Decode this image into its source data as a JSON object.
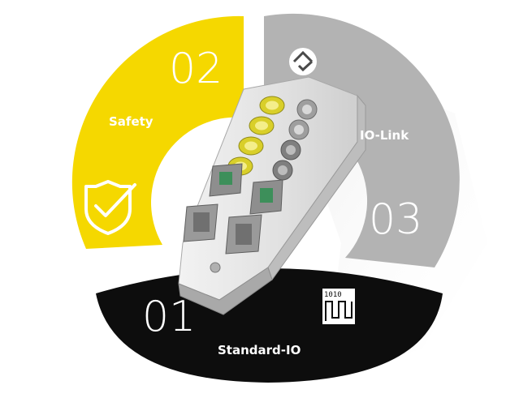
{
  "segments": {
    "safety": {
      "number": "02",
      "label": "Safety",
      "color": "#f5d800",
      "icon": "shield-check-icon"
    },
    "iolink": {
      "number": "03",
      "label": "IO-Link",
      "color": "#b3b3b3",
      "icon": "io-link-logo-icon"
    },
    "standard": {
      "number": "01",
      "label": "Standard-IO",
      "color": "#0d0d0d",
      "icon": "binary-1010-icon",
      "icon_text": "1010"
    }
  },
  "device": {
    "icon": "io-module-device-icon"
  }
}
